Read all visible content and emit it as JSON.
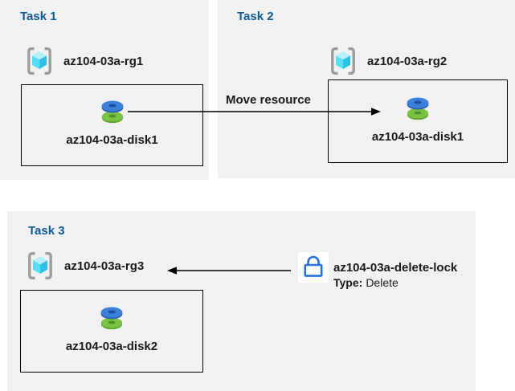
{
  "panels": [
    {
      "title": "Task 1",
      "resource_group": "az104-03a-rg1",
      "resource": "az104-03a-disk1"
    },
    {
      "title": "Task 2",
      "resource_group": "az104-03a-rg2",
      "resource": "az104-03a-disk1"
    },
    {
      "title": "Task 3",
      "resource_group": "az104-03a-rg3",
      "resource": "az104-03a-disk2"
    }
  ],
  "move_arrow": {
    "label": "Move resource",
    "direction": "right",
    "from": "az104-03a-disk1 in az104-03a-rg1",
    "to": "box in az104-03a-rg2"
  },
  "lock_arrow": {
    "direction": "left",
    "from": "az104-03a-delete-lock",
    "to": "az104-03a-rg3"
  },
  "lock": {
    "name": "az104-03a-delete-lock",
    "type_label": "Type:",
    "type_value": "Delete"
  },
  "icons": {
    "resource_group": "resource-group-icon (gray brackets with cyan cube)",
    "disk": "disk-icon (blue disk stacked on green disk)",
    "lock": "lock-icon (blue outline padlock)"
  },
  "colors": {
    "panel_bg": "#F1F1F2",
    "heading_blue": "#0F5B94",
    "text_black": "#1A1A1A",
    "arrow_black": "#000000",
    "lock_blue": "#2272D9",
    "bracket_gray": "#9D9D9D",
    "cube_top": "#B7F0FA",
    "cube_left": "#55DEF5",
    "cube_right": "#2EC0E2",
    "disk_blue": "#3C80DA",
    "disk_blue_dark": "#2B63B0",
    "disk_blue_hole": "#1D4F9C",
    "disk_green": "#79C242",
    "disk_green_dark": "#5BA32F",
    "disk_green_hole": "#4C9026"
  }
}
